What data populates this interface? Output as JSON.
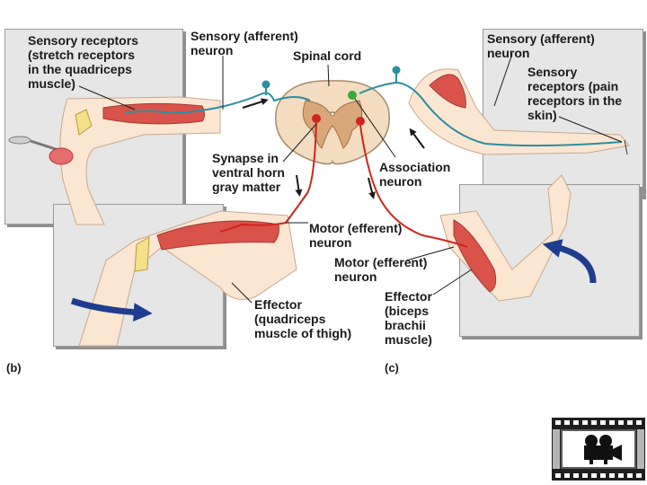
{
  "labels": {
    "sensory_receptors_stretch": "Sensory receptors\n(stretch receptors\nin the quadriceps\nmuscle)",
    "sensory_afferent_left": "Sensory (afferent)\nneuron",
    "spinal_cord": "Spinal cord",
    "sensory_afferent_right": "Sensory (afferent)\nneuron",
    "sensory_receptors_pain": "Sensory\nreceptors (pain\nreceptors in the\nskin)",
    "synapse": "Synapse in\nventral horn\ngray matter",
    "association_neuron": "Association\nneuron",
    "motor_efferent_left": "Motor (efferent)\nneuron",
    "motor_efferent_right": "Motor (efferent)\nneuron",
    "effector_quadriceps": "Effector\n(quadriceps\nmuscle of thigh)",
    "effector_biceps": "Effector\n(biceps\nbrachii\nmuscle)"
  },
  "figure_labels": {
    "b": "(b)",
    "c": "(c)"
  },
  "colors": {
    "panel": "#e6e6e6",
    "skin": "#fbe6d2",
    "muscle": "#d9534a",
    "sensory_neuron": "#2a8fa0",
    "motor_neuron": "#d0241c",
    "association_neuron": "#3aa83a",
    "arrow": "#1f3d8f",
    "gray_matter": "#d9a77a",
    "white_matter": "#f3dcc0"
  },
  "icons": {
    "movie": "film-camera-icon"
  }
}
